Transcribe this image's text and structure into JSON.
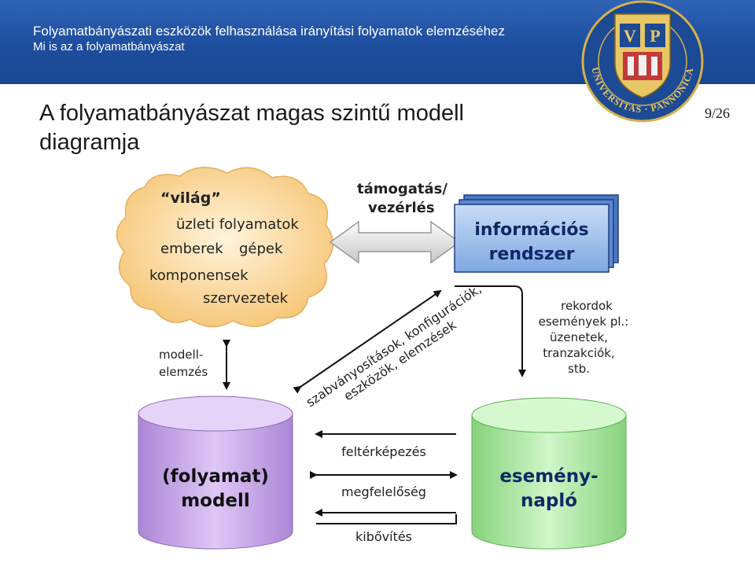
{
  "header": {
    "title": "Folyamatbányászati eszközök felhasználása irányítási folyamatok elemzéséhez",
    "subtitle": "Mi is az a folyamatbányászat"
  },
  "slide": {
    "title_line1": "A folyamatbányászat magas szintű modell",
    "title_line2": "diagramja",
    "page_number": "9/26"
  },
  "logo": {
    "letters_v": "V",
    "letters_p": "P",
    "motto": "UNIVERSITAS · PANNONICA"
  },
  "diagram": {
    "cloud": {
      "title": "“világ”",
      "line1": "üzleti folyamatok",
      "line2a": "emberek",
      "line2b": "gépek",
      "line3": "komponensek",
      "line4": "szervezetek"
    },
    "support_label_1": "támogatás/",
    "support_label_2": "vezérlés",
    "info_system_1": "információs",
    "info_system_2": "rendszer",
    "records": [
      "rekordok",
      "események pl.:",
      "üzenetek,",
      "tranzakciók,",
      "stb."
    ],
    "modeling_1": "modell-",
    "modeling_2": "elemzés",
    "diagonal_1": "szabványosítások, konfigurációk,",
    "diagonal_2": "eszközök, elemzések",
    "model_cyl_1": "(folyamat)",
    "model_cyl_2": "modell",
    "log_cyl_1": "esemény-",
    "log_cyl_2": "napló",
    "discovery": "feltérképezés",
    "conformance": "megfelelőség",
    "enhancement": "kibővítés",
    "colors": {
      "cloud": "#fbd48a",
      "info_system": "#8fb6ea",
      "model_cylinder": "#c9a8e8",
      "log_cylinder": "#aee8a6"
    }
  }
}
